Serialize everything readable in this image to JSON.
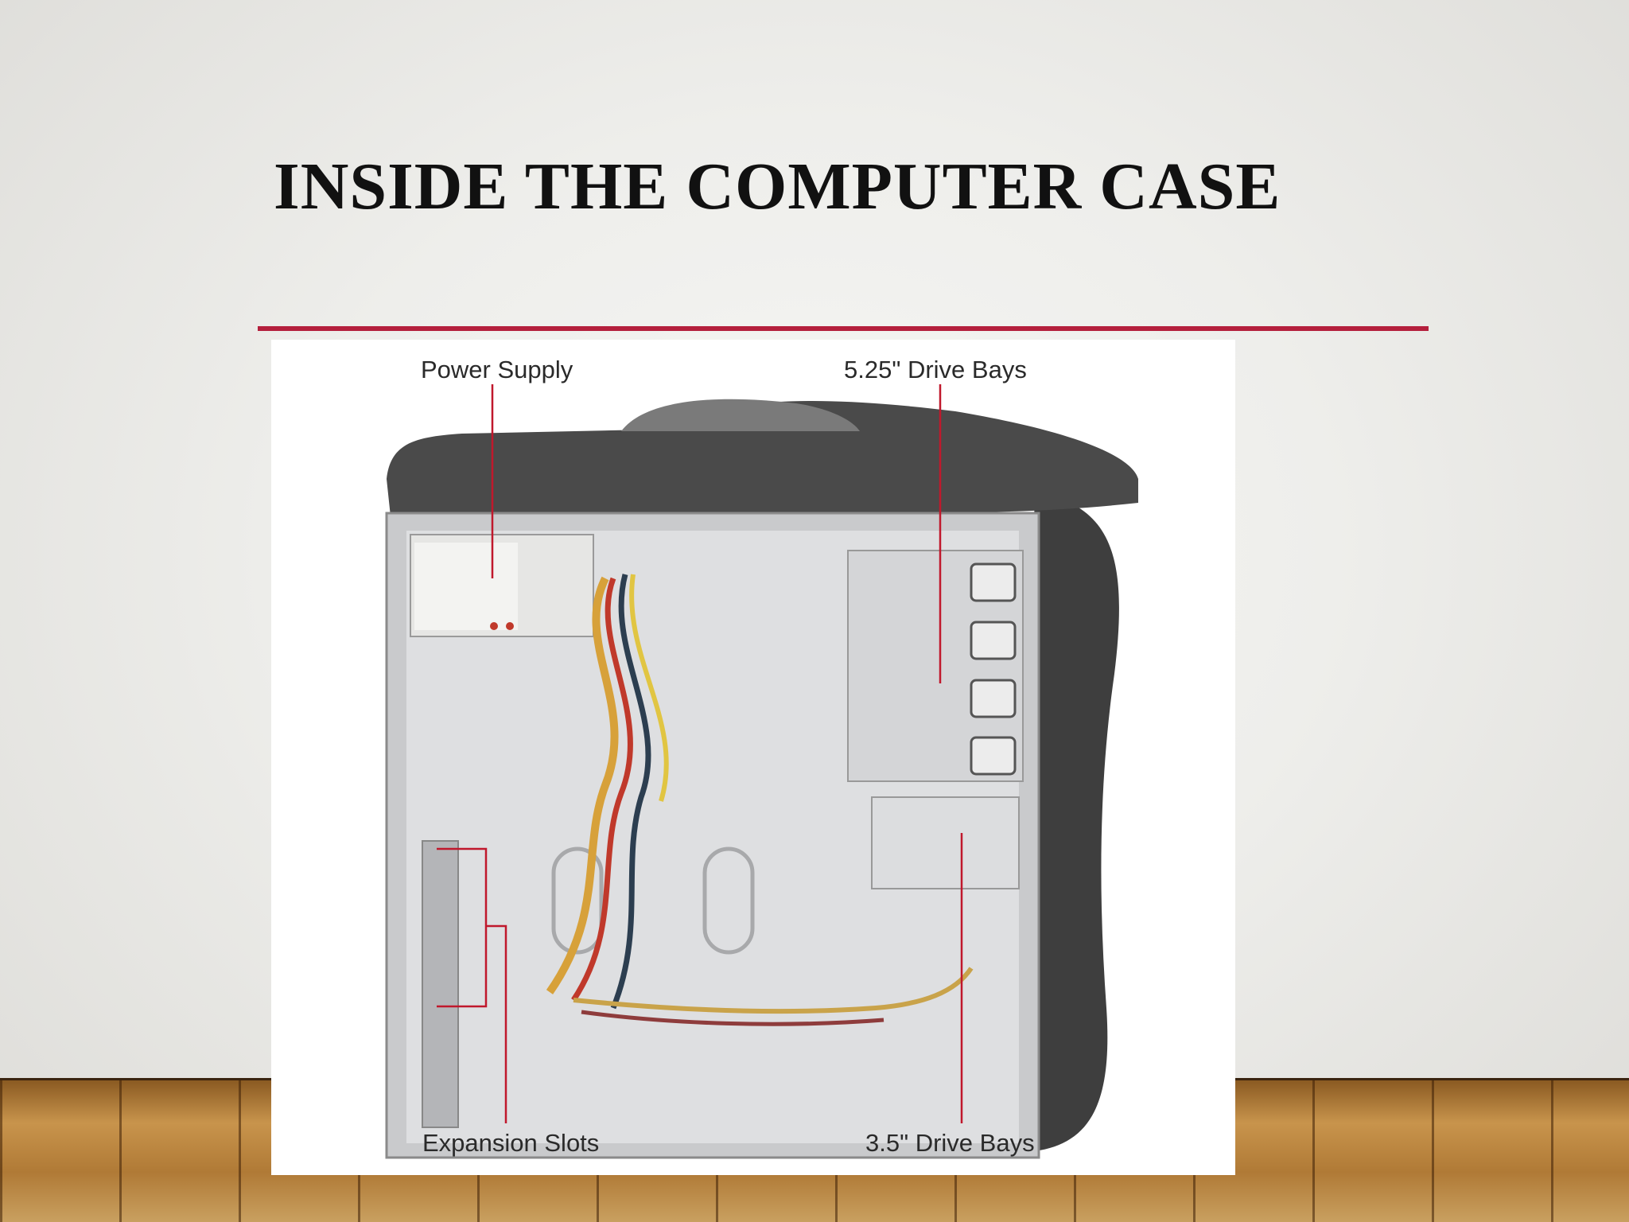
{
  "slide": {
    "title": "INSIDE THE COMPUTER CASE",
    "accent_color": "#b41f3c"
  },
  "photo": {
    "labels": {
      "power_supply": "Power Supply",
      "drive_bays_525": "5.25\" Drive Bays",
      "expansion_slots": "Expansion Slots",
      "drive_bays_35": "3.5\" Drive Bays"
    },
    "callout_color": "#c0182c"
  }
}
